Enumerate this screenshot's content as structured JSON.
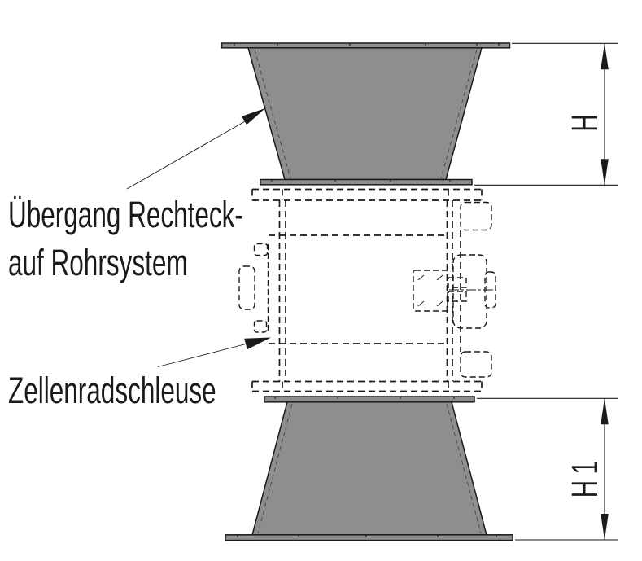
{
  "diagram": {
    "background": "#ffffff",
    "line_color": "#1a1a1a",
    "funnel_fill": "#8e8e8e",
    "labels": {
      "transition_line1": "Übergang Rechteck-",
      "transition_line2": "auf Rohrsystem",
      "rotary_valve": "Zellenradschleuse",
      "dim_top": "H",
      "dim_bottom": "H1"
    }
  }
}
